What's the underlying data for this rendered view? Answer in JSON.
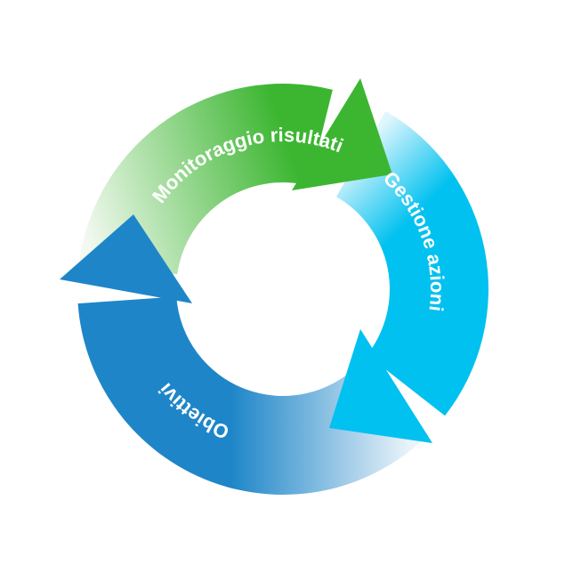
{
  "diagram": {
    "title": "Ciclo di gestione",
    "steps": [
      {
        "label": "Monitoraggio risultati",
        "color": "#3cb631",
        "fade": "#f2f9f0"
      },
      {
        "label": "Gestione azioni",
        "color": "#00c1ef",
        "fade": "#dff6fd"
      },
      {
        "label": "Obiettivi",
        "color": "#1e86c8",
        "fade": "#eaf3fa"
      }
    ],
    "order": [
      "Obiettivi",
      "Monitoraggio risultati",
      "Gestione azioni"
    ]
  }
}
